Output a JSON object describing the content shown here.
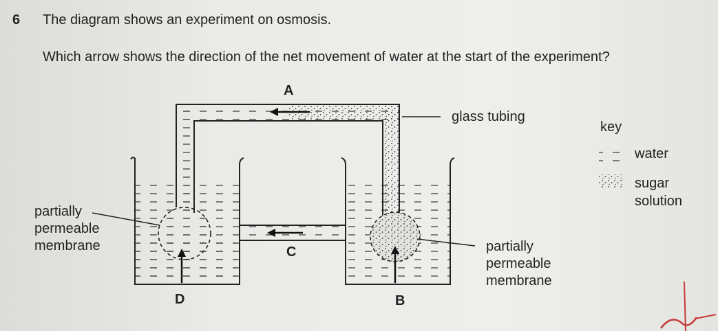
{
  "question": {
    "number": "6",
    "text": "The diagram shows an experiment on osmosis.",
    "prompt": "Which arrow shows the direction of the net movement of water at the start of the experiment?"
  },
  "diagram": {
    "labels": {
      "glass_tubing": "glass tubing",
      "left_membrane_line1": "partially",
      "left_membrane_line2": "permeable",
      "left_membrane_line3": "membrane",
      "right_membrane_line1": "partially",
      "right_membrane_line2": "permeable",
      "right_membrane_line3": "membrane"
    },
    "arrows": {
      "a": "A",
      "b": "B",
      "c": "C",
      "d": "D"
    }
  },
  "key": {
    "title": "key",
    "water": "water",
    "sugar_line1": "sugar",
    "sugar_line2": "solution"
  },
  "colors": {
    "ink": "#222222",
    "paper": "#eaeae7"
  }
}
